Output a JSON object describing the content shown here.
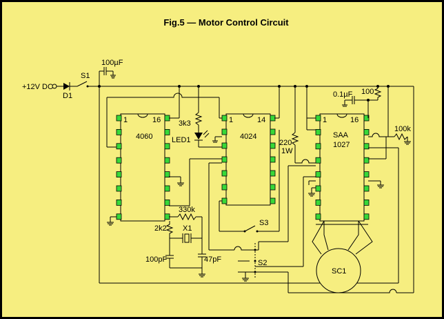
{
  "figure": {
    "title": "Fig.5  —  Motor Control Circuit",
    "background": "#f6ee80",
    "border": "#000000",
    "pin_color": "#38d838"
  },
  "chips": {
    "ic1": {
      "name": "4060",
      "pin_first": "1",
      "pin_last": "16"
    },
    "ic2": {
      "name": "4024",
      "pin_first": "1",
      "pin_last": "14"
    },
    "ic3": {
      "name_line1": "SAA",
      "name_line2": "1027",
      "pin_first": "1",
      "pin_last": "16"
    }
  },
  "components": {
    "supply": "+12V DC",
    "d1": "D1",
    "s1": "S1",
    "c_100uf": "100µF",
    "c_01uf": "0.1µF",
    "r_100_top": "100",
    "r_100k": "100k",
    "r_3k3": "3k3",
    "led1": "LED1",
    "r_220_1": "220",
    "r_220_2": "1W",
    "r_330k": "330k",
    "r_2k2": "2k2",
    "x1": "X1",
    "c_100pf": "100pF",
    "c_47pf": "47pF",
    "s2": "S2",
    "s3": "S3",
    "motor": "SC1"
  }
}
